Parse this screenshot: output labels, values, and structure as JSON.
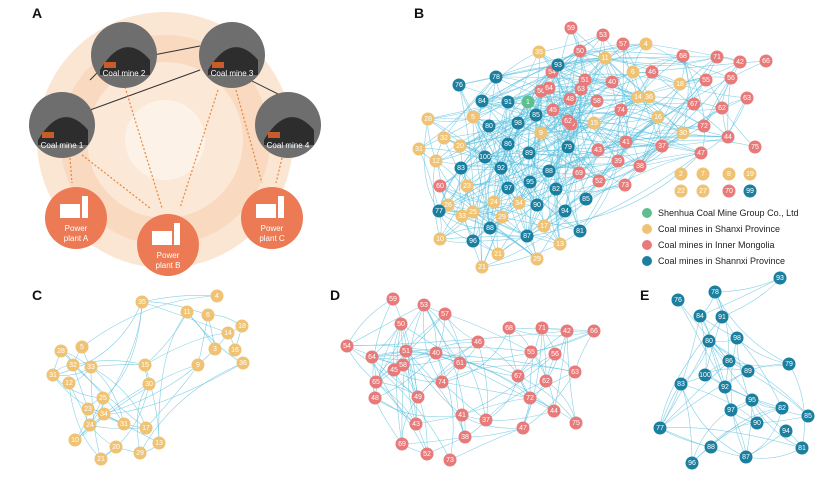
{
  "panels": {
    "A": "A",
    "B": "B",
    "C": "C",
    "D": "D",
    "E": "E"
  },
  "panel_a": {
    "mines": [
      "Coal mine 1",
      "Coal mine 2",
      "Coal mine 3",
      "Coal mine 4"
    ],
    "plants": [
      {
        "line1": "Power",
        "line2": "plant A"
      },
      {
        "line1": "Power",
        "line2": "plant B"
      },
      {
        "line1": "Power",
        "line2": "plant C"
      }
    ],
    "colors": {
      "mine": "#6b6b6b",
      "plant": "#ec7a55",
      "ring": "#f6d5b8",
      "link_mine": "#333333",
      "link_plant": "#e8873e"
    }
  },
  "legend": {
    "items": [
      {
        "label": "Shenhua Coal Mine Group Co., Ltd",
        "color": "#5dbf8e"
      },
      {
        "label": "Coal mines in Shanxi Province",
        "color": "#f0c374"
      },
      {
        "label": "Coal mines in Inner Mongolia",
        "color": "#e97a7a"
      },
      {
        "label": "Coal mines in Shannxi Province",
        "color": "#1b7fa0"
      }
    ]
  },
  "groups": {
    "shanxi": [
      "2",
      "4",
      "5",
      "6",
      "10",
      "11",
      "12",
      "13",
      "14",
      "15",
      "16",
      "17",
      "18",
      "19",
      "20",
      "21",
      "22",
      "23",
      "24",
      "25",
      "26",
      "27",
      "28",
      "29",
      "30",
      "31",
      "32",
      "33",
      "34",
      "35",
      "36"
    ],
    "inner_mongolia": [
      "37",
      "38",
      "39",
      "40",
      "41",
      "42",
      "43",
      "44",
      "45",
      "46",
      "47",
      "48",
      "49",
      "50",
      "51",
      "52",
      "53",
      "54",
      "55",
      "56",
      "57",
      "58",
      "59",
      "60",
      "61",
      "62",
      "63",
      "64",
      "65",
      "66",
      "67",
      "68",
      "69",
      "70",
      "71",
      "72",
      "73",
      "74",
      "75"
    ],
    "shannxi": [
      "76",
      "77",
      "78",
      "79",
      "80",
      "81",
      "82",
      "83",
      "84",
      "85",
      "86",
      "87",
      "88",
      "89",
      "90",
      "91",
      "92",
      "93",
      "94",
      "95",
      "96",
      "97",
      "98",
      "99",
      "100"
    ],
    "shenhua": [
      "1"
    ]
  },
  "isolated_nodes": [
    "2",
    "7",
    "8",
    "19",
    "22",
    "27",
    "70",
    "99"
  ],
  "colors": {
    "shanxi": "#f0c374",
    "inner_mongolia": "#e97a7a",
    "shannxi": "#1b7fa0",
    "shenhua": "#5dbf8e",
    "edge": "#5bc0de"
  }
}
